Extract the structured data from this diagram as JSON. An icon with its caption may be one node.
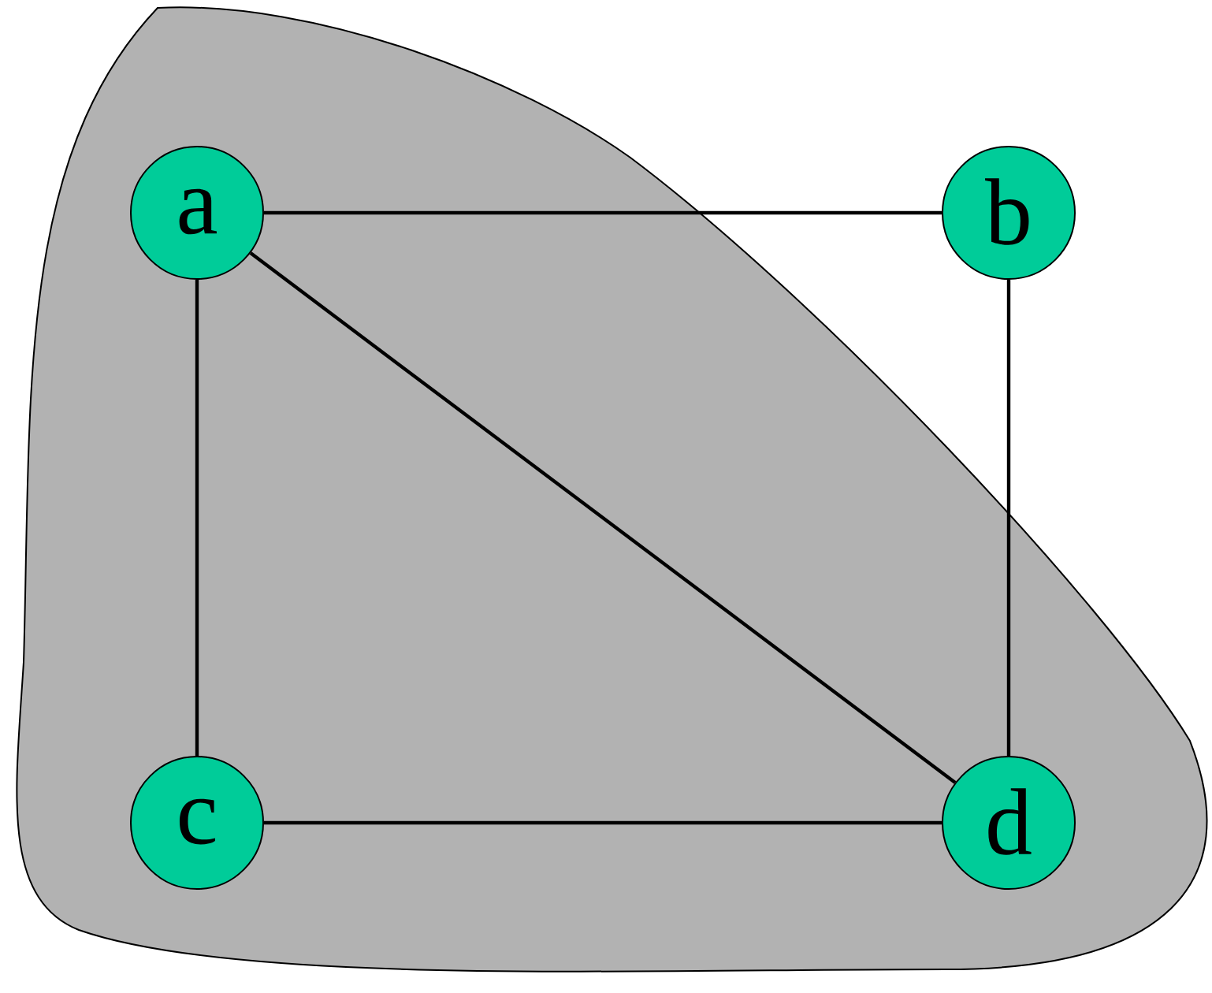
{
  "diagram": {
    "nodes": [
      {
        "text": [
          "a"
        ]
      },
      {
        "text": [
          "b"
        ]
      },
      {
        "text": [
          "c"
        ]
      },
      {
        "text": [
          "d"
        ]
      }
    ],
    "edges": [
      {
        "from": 0,
        "to": 1,
        "arrow": "none"
      },
      {
        "from": 0,
        "to": 2,
        "arrow": "none"
      },
      {
        "from": 0,
        "to": 3,
        "arrow": "none"
      },
      {
        "from": 1,
        "to": 3,
        "arrow": "none"
      },
      {
        "from": 2,
        "to": 3,
        "arrow": "none"
      }
    ]
  }
}
